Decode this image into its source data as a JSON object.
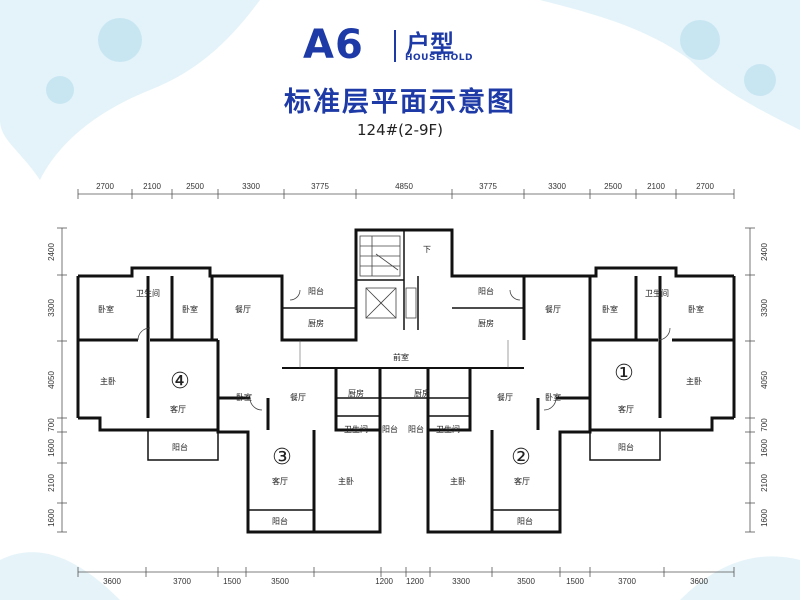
{
  "header": {
    "model": "A6",
    "type_zh": "户型",
    "type_en": "HOUSEHOLD",
    "subtitle": "标准层平面示意图",
    "floor": "124#(2-9F)"
  },
  "dims": {
    "top": [
      "2700",
      "2100",
      "2500",
      "3300",
      "3775",
      "4850",
      "3775",
      "3300",
      "2500",
      "2100",
      "2700"
    ],
    "bottom": [
      "3600",
      "3700",
      "1500",
      "3500",
      "1200",
      "1200",
      "3300",
      "3500",
      "1500",
      "3700",
      "3600"
    ],
    "left": [
      "2400",
      "3300",
      "4050",
      "700",
      "1600",
      "2100",
      "1600"
    ],
    "right": [
      "2400",
      "3300",
      "4050",
      "700",
      "1600",
      "2100",
      "1600"
    ]
  },
  "rooms": {
    "bedroom": "卧室",
    "bathroom": "卫生间",
    "dining": "餐厅",
    "balcony": "阳台",
    "kitchen": "厨房",
    "lobby": "前室",
    "master": "主卧",
    "living": "客厅",
    "down": "下"
  },
  "units": [
    "①",
    "②",
    "③",
    "④"
  ],
  "colors": {
    "title": "#1d3aa6",
    "wall": "#111111",
    "deco": "#d7eef6"
  }
}
